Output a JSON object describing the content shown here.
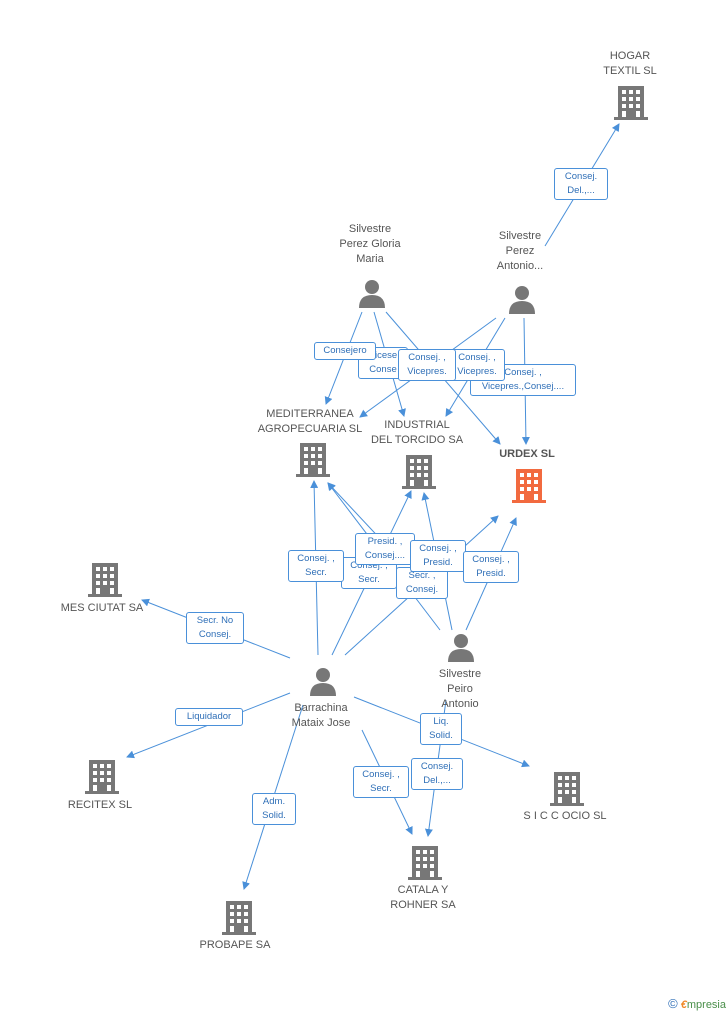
{
  "colors": {
    "edge": "#4a90d9",
    "building": "#777777",
    "building_main": "#f26a3f",
    "person": "#777777"
  },
  "nodes": {
    "hogar": {
      "label": "HOGAR\nTEXTIL SL",
      "icon": "building-icon"
    },
    "gloria": {
      "label": "Silvestre\nPerez Gloria\nMaria",
      "icon": "person-icon"
    },
    "antonio": {
      "label": "Silvestre\nPerez\nAntonio...",
      "icon": "person-icon"
    },
    "mediterranea": {
      "label": "MEDITERRANEA\nAGROPECUARIA SL",
      "icon": "building-icon"
    },
    "industrial": {
      "label": "INDUSTRIAL\nDEL TORCIDO SA",
      "icon": "building-icon"
    },
    "urdex": {
      "label": "URDEX SL",
      "icon": "building-icon"
    },
    "mesciutat": {
      "label": "MES CIUTAT SA",
      "icon": "building-icon"
    },
    "peiro": {
      "label": "Silvestre\nPeiro\nAntonio",
      "icon": "person-icon"
    },
    "barrachina": {
      "label": "Barrachina\nMataix Jose",
      "icon": "person-icon"
    },
    "recitex": {
      "label": "RECITEX SL",
      "icon": "building-icon"
    },
    "siccocio": {
      "label": "S I C C OCIO SL",
      "icon": "building-icon"
    },
    "catala": {
      "label": "CATALA Y\nROHNER SA",
      "icon": "building-icon"
    },
    "probape": {
      "label": "PROBAPE SA",
      "icon": "building-icon"
    }
  },
  "edge_labels": {
    "e1": "Consej.\nDel.,...",
    "e2": "Consejero",
    "e3": "Vicese\nConse",
    "e4": "Consej. ,\nVicepres.",
    "e5": "Consej. ,\nVicepres.",
    "e6": "Consej. ,\nVicepres.,Consej....",
    "e7": "Presid. ,\nConsej....",
    "e8": "Consej. ,\nSecr.",
    "e9": "Consej. ,\nSecr.",
    "e10": "Consej. ,\nPresid.",
    "e11": "Secr. ,\nConsej.",
    "e12": "Consej. ,\nPresid.",
    "e13": "Secr. No\nConsej.",
    "e14": "Liquidador",
    "e15": "Liq.\nSolid.",
    "e16": "Consej. ,\nSecr.",
    "e17": "Consej.\nDel.,...",
    "e18": "Adm.\nSolid."
  },
  "footer": {
    "copyright": "©",
    "brand_initial": "€",
    "brand_rest": "mpresia"
  }
}
